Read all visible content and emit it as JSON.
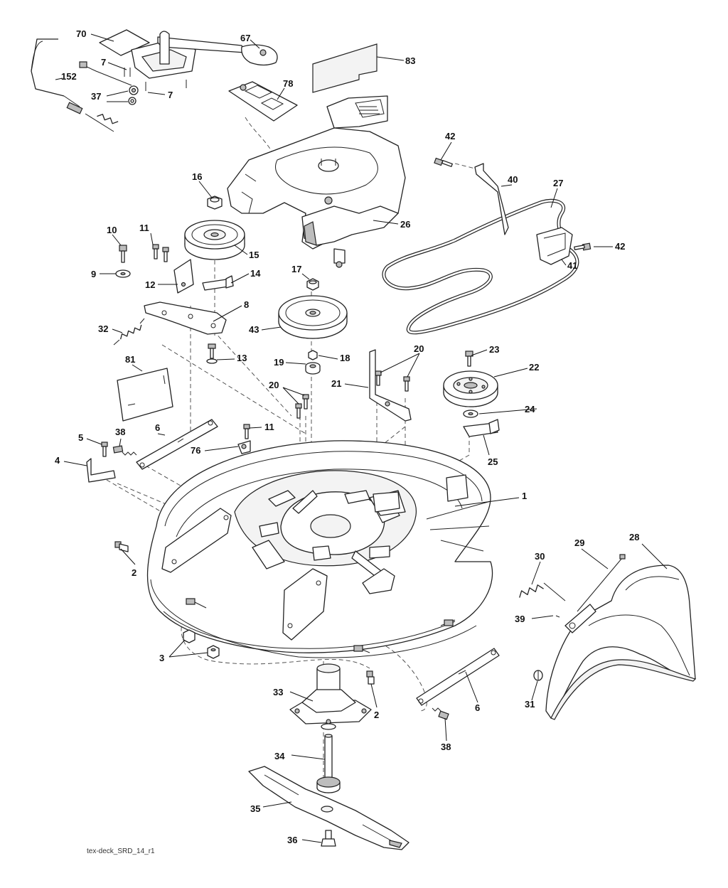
{
  "diagram": {
    "filename": "tex-deck_SRD_14_r1",
    "callouts": [
      "70",
      "67",
      "83",
      "7",
      "7",
      "152",
      "37",
      "78",
      "42",
      "40",
      "27",
      "16",
      "11",
      "10",
      "15",
      "26",
      "42",
      "9",
      "12",
      "14",
      "17",
      "41",
      "8",
      "32",
      "43",
      "13",
      "19",
      "18",
      "20",
      "23",
      "22",
      "81",
      "21",
      "20",
      "11",
      "24",
      "38",
      "6",
      "5",
      "76",
      "4",
      "25",
      "1",
      "2",
      "30",
      "29",
      "28",
      "3",
      "39",
      "2",
      "31",
      "33",
      "6",
      "38",
      "34",
      "35",
      "36"
    ]
  }
}
